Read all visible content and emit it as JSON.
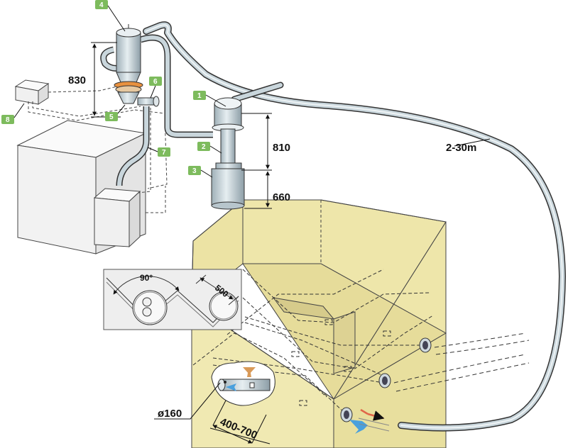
{
  "dimensions": {
    "cyclone_height": "830",
    "separator_height": "810",
    "container_height": "660",
    "hose_length": "2-30m",
    "pipe_diameter": "ø160",
    "pipe_spacing": "400-700",
    "angle": "90°",
    "inset_width": "500"
  },
  "callouts": [
    "1",
    "2",
    "3",
    "4",
    "5",
    "6",
    "7",
    "8"
  ],
  "colors": {
    "badge": "#7dbb5d",
    "hose": "#c9d6dc",
    "tank": "#f2ebb5",
    "machine": "#f4f4f4",
    "air_in": "#4aa0dd",
    "air_out": "#e0664a",
    "chip": "#d99a58"
  }
}
